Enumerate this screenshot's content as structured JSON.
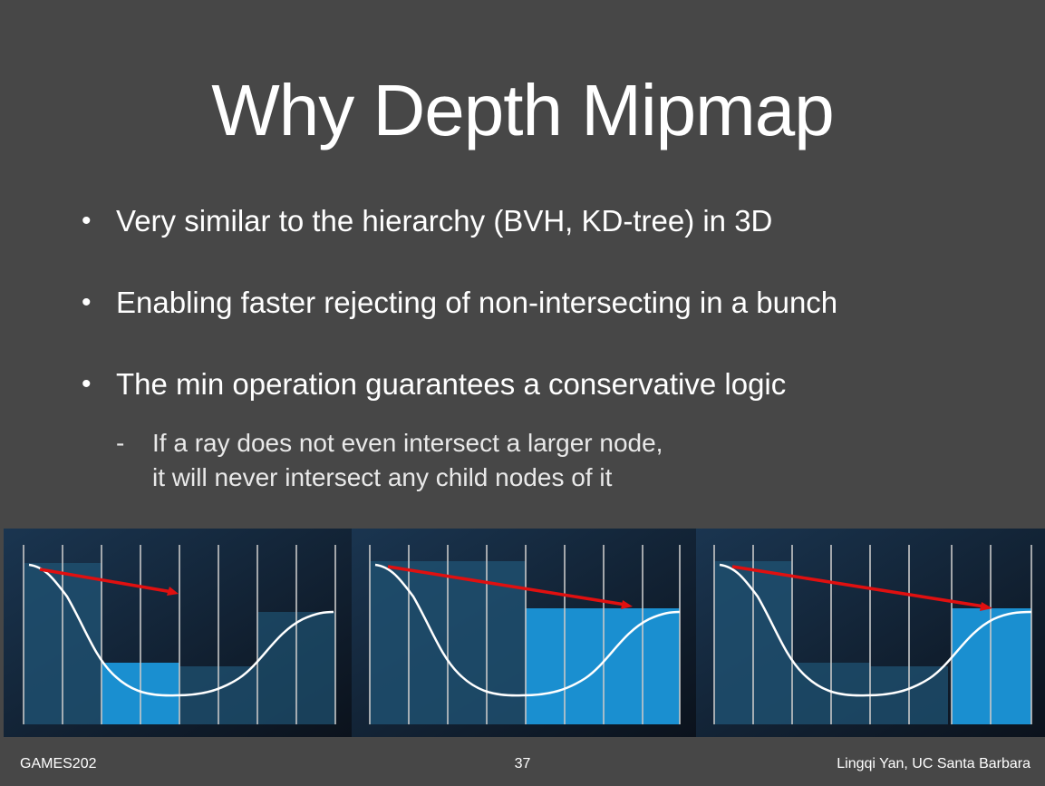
{
  "slide": {
    "title": "Why Depth Mipmap",
    "bullets": [
      "Very similar to the hierarchy (BVH, KD-tree) in 3D",
      "Enabling faster rejecting of non-intersecting in a bunch",
      "The min operation guarantees a conservative logic"
    ],
    "bullet_marker": "•",
    "sub_marker": "-",
    "sub_bullet_lines": [
      "If a ray does not even intersect a larger node,",
      "it will never intersect any child nodes of it"
    ]
  },
  "figures": {
    "count": 3,
    "colors": {
      "background": "#0e1a2a",
      "node_dark": "#1e4f6e",
      "node_highlight": "#1a8fd0",
      "ray": "#e01010",
      "curve": "#ffffff",
      "gridline": "#c8c8c8"
    }
  },
  "footer": {
    "left": "GAMES202",
    "page_number": "37",
    "right": "Lingqi Yan, UC Santa Barbara"
  }
}
